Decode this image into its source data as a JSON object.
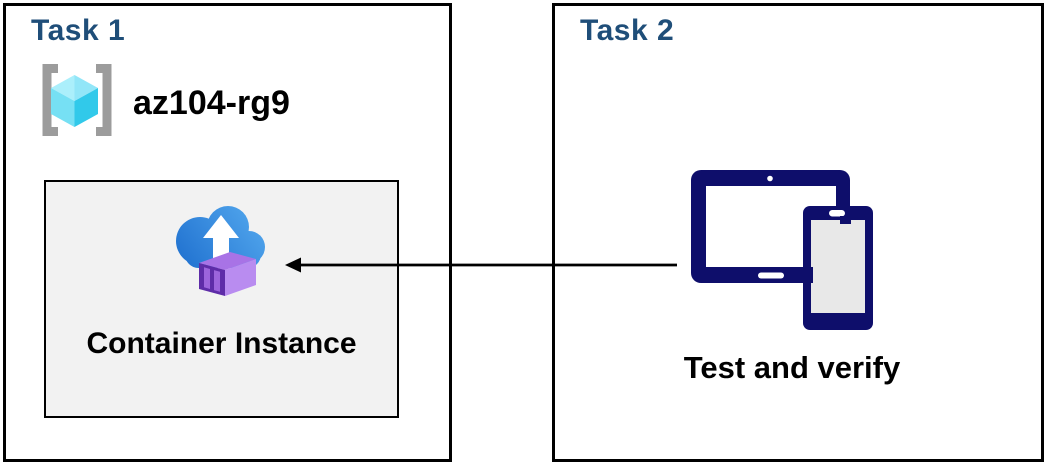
{
  "task1": {
    "title": "Task 1",
    "resource_group": {
      "name": "az104-rg9"
    },
    "container_instance": {
      "label": "Container Instance"
    }
  },
  "task2": {
    "title": "Task 2",
    "caption": "Test and verify"
  },
  "icons": {
    "resource_group": "resource-group-icon",
    "container_instances": "container-instances-icon",
    "devices": "tablet-and-phone-icon",
    "connector": "left-arrow-icon"
  },
  "colors": {
    "title_navy": "#1F4E79",
    "label_black": "#000000",
    "box_border": "#000000",
    "inner_panel": "#F2F2F2",
    "device_navy": "#0E0E6B",
    "screen_gray": "#E8E8E8",
    "cloud_light": "#55AAEF",
    "cloud_dark": "#1F70CF",
    "purple_top": "#A873E6",
    "purple_side": "#B98CF0",
    "purple_front": "#5E2CA8",
    "purple_slat": "#9C64DC",
    "cube_top_light": "#ABEFFB",
    "cube_top": "#92E6F8",
    "cube_left": "#76E0F4",
    "cube_right": "#31C9EA",
    "bracket_gray": "#9C9C9C",
    "arrow": "#000000"
  }
}
